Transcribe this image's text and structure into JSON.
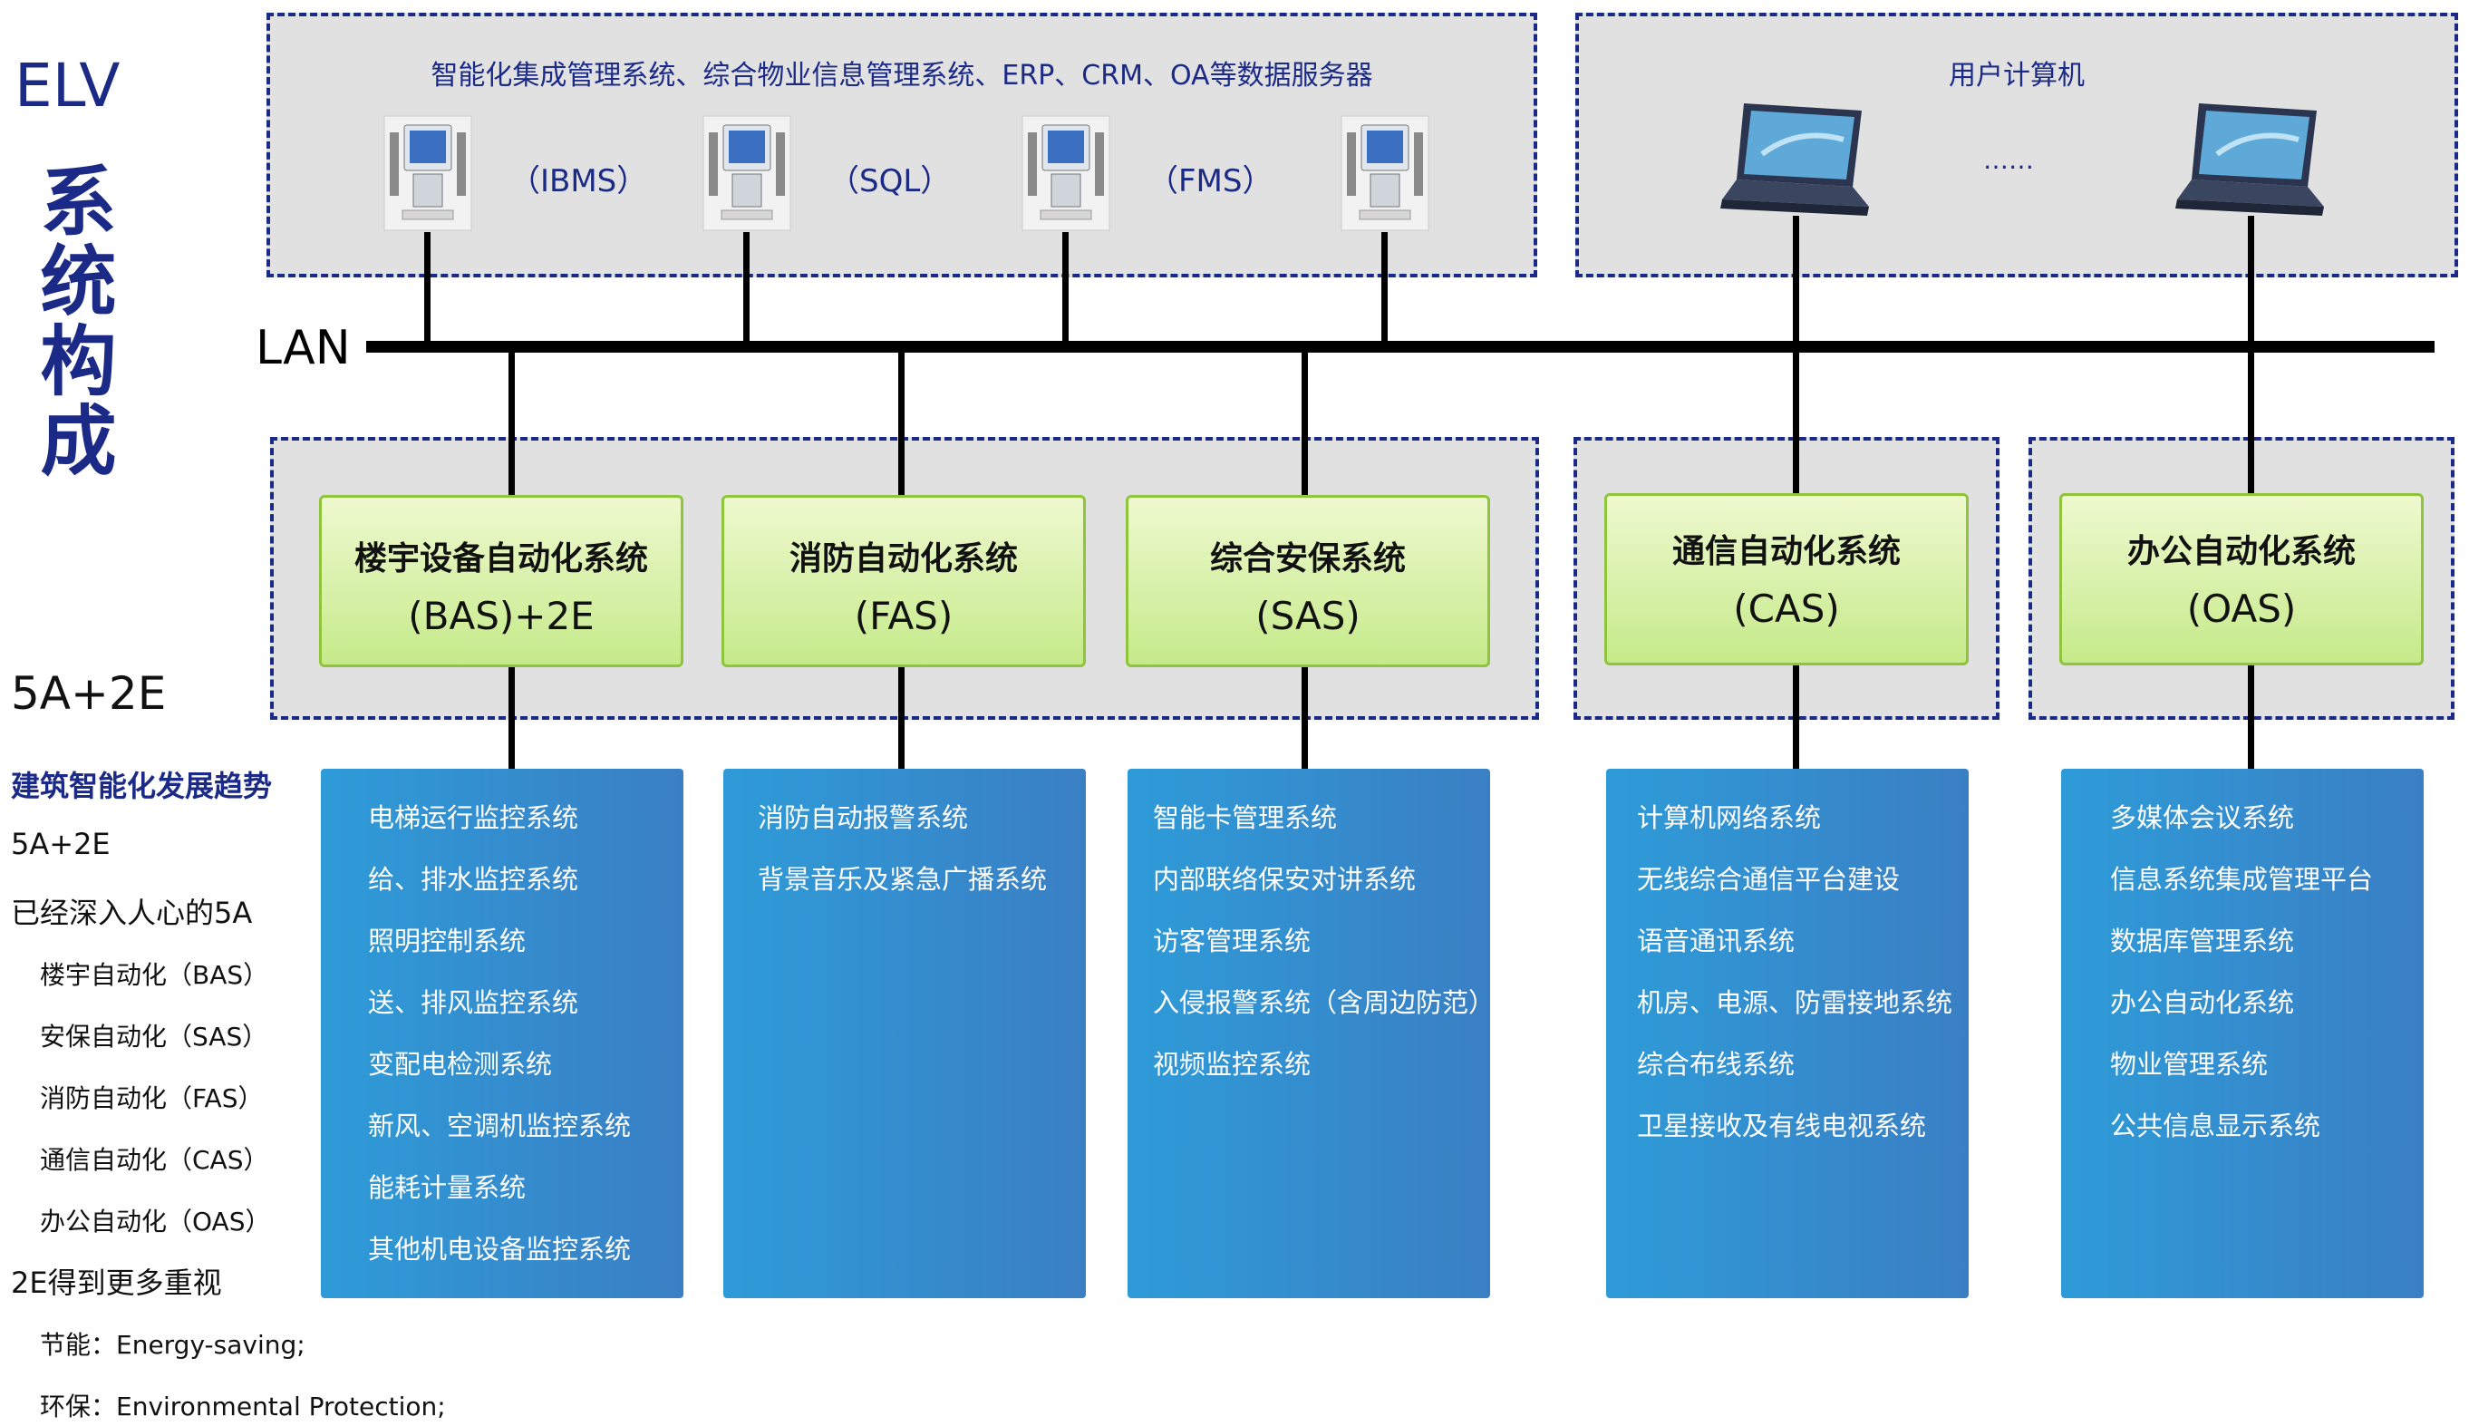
{
  "title_latin": "ELV",
  "title_cn": "系统构成",
  "heading_5a2e": "5A+2E",
  "sidebar": {
    "trend_heading": "建筑智能化发展趋势",
    "line_5a2e": "5A+2E",
    "five_a_heading": "已经深入人心的5A",
    "five_a_items": [
      "楼宇自动化（BAS）",
      "安保自动化（SAS）",
      "消防自动化（FAS）",
      "通信自动化（CAS）",
      "办公自动化（OAS）"
    ],
    "two_e_heading": "2E得到更多重视",
    "two_e_items": [
      "节能：Energy-saving;",
      "环保：Environmental Protection;"
    ]
  },
  "servers_zone": {
    "label": "智能化集成管理系统、综合物业信息管理系统、ERP、CRM、OA等数据服务器",
    "server_labels": [
      "（IBMS）",
      "（SQL）",
      "（FMS）"
    ]
  },
  "users_zone": {
    "label": "用户计算机",
    "ellipsis": "……"
  },
  "lan_label": "LAN",
  "subsystems": [
    {
      "name": "楼宇设备自动化系统",
      "code": "(BAS)+2E",
      "items": [
        "电梯运行监控系统",
        "给、排水监控系统",
        "照明控制系统",
        "送、排风监控系统",
        "变配电检测系统",
        "新风、空调机监控系统",
        "能耗计量系统",
        "其他机电设备监控系统"
      ]
    },
    {
      "name": "消防自动化系统",
      "code": "(FAS)",
      "items": [
        "消防自动报警系统",
        "背景音乐及紧急广播系统"
      ]
    },
    {
      "name": "综合安保系统",
      "code": "(SAS)",
      "items": [
        "智能卡管理系统",
        "内部联络保安对讲系统",
        "访客管理系统",
        "入侵报警系统（含周边防范）",
        "视频监控系统"
      ]
    },
    {
      "name": "通信自动化系统",
      "code": "(CAS)",
      "items": [
        "计算机网络系统",
        "无线综合通信平台建设",
        "语音通讯系统",
        "机房、电源、防雷接地系统",
        "综合布线系统",
        "卫星接收及有线电视系统"
      ]
    },
    {
      "name": "办公自动化系统",
      "code": "(OAS)",
      "items": [
        "多媒体会议系统",
        "信息系统集成管理平台",
        "数据库管理系统",
        "办公自动化系统",
        "物业管理系统",
        "公共信息显示系统"
      ]
    }
  ],
  "colors": {
    "navy": "#1b2a86",
    "zone_bg": "#e1e1e1",
    "green_top": "#eef9cf",
    "green_bottom": "#c6ea8a",
    "blue_left": "#2e9bd8",
    "blue_right": "#3a7fc4"
  }
}
